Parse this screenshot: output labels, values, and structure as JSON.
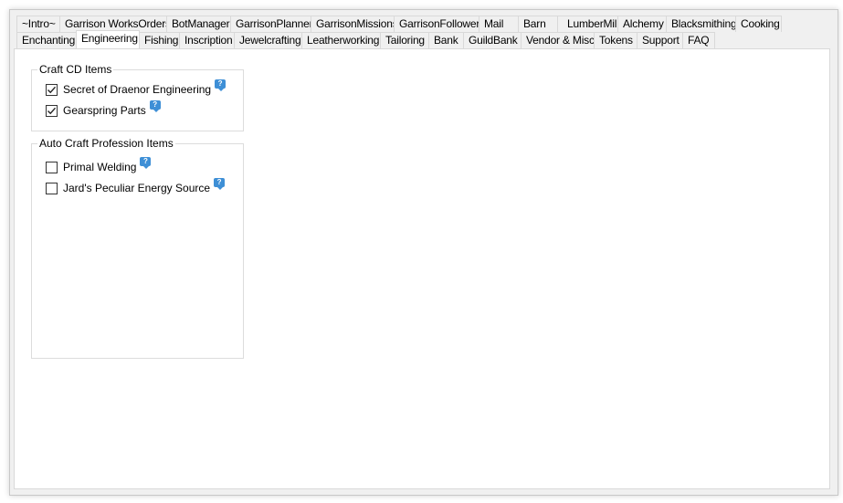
{
  "tabs_row1": [
    "~Intro~",
    "Garrison WorksOrders",
    "BotManager",
    "GarrisonPlanner",
    "GarrisonMissions",
    "GarrisonFollowers",
    "Mail",
    "Barn",
    "LumberMill",
    "Alchemy",
    "Blacksmithing",
    "Cooking"
  ],
  "tabs_row2": [
    "Enchanting",
    "Engineering",
    "Fishing",
    "Inscription",
    "Jewelcrafting",
    "Leatherworking",
    "Tailoring",
    "Bank",
    "GuildBank",
    "Vendor & Misc",
    "Tokens",
    "Support",
    "FAQ"
  ],
  "active_tab": "Engineering",
  "help_glyph": "?",
  "craft_cd": {
    "legend": "Craft CD Items",
    "items": [
      {
        "label": "Secret of Draenor Engineering",
        "checked": true
      },
      {
        "label": "Gearspring Parts",
        "checked": true
      }
    ]
  },
  "auto_craft": {
    "legend": "Auto Craft Profession Items",
    "items": [
      {
        "label": "Primal Welding",
        "checked": false
      },
      {
        "label": "Jard's Peculiar Energy Source",
        "checked": false
      }
    ]
  },
  "colors": {
    "help_icon": "#3e8fd6",
    "tab_border": "#d9d9d9",
    "window_bg": "#f0f0f0"
  }
}
